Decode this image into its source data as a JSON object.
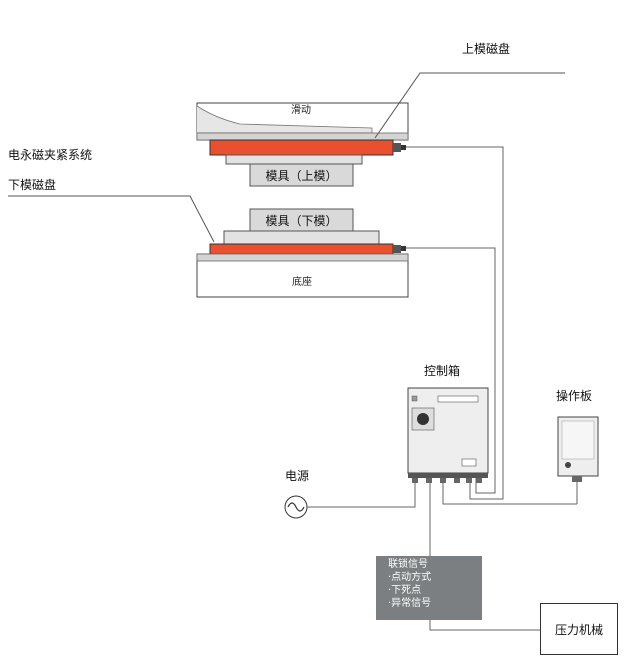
{
  "labels": {
    "upper_magnet": "上模磁盘",
    "system": "电永磁夹紧系统",
    "lower_magnet": "下模磁盘",
    "slide": "滑动",
    "upper_die": "模具（上模）",
    "lower_die": "模具（下模）",
    "base": "底座",
    "control_box": "控制箱",
    "operation_panel": "操作板",
    "power": "电源",
    "press_machine": "压力机械"
  },
  "interlock": {
    "title": "联锁信号",
    "items": [
      "·点动方式",
      "·下死点",
      "·异常信号"
    ]
  },
  "colors": {
    "magnet": "#e8502f",
    "die": "#d9d9d9",
    "line": "#555555",
    "signal_box": "#7b7f81"
  }
}
